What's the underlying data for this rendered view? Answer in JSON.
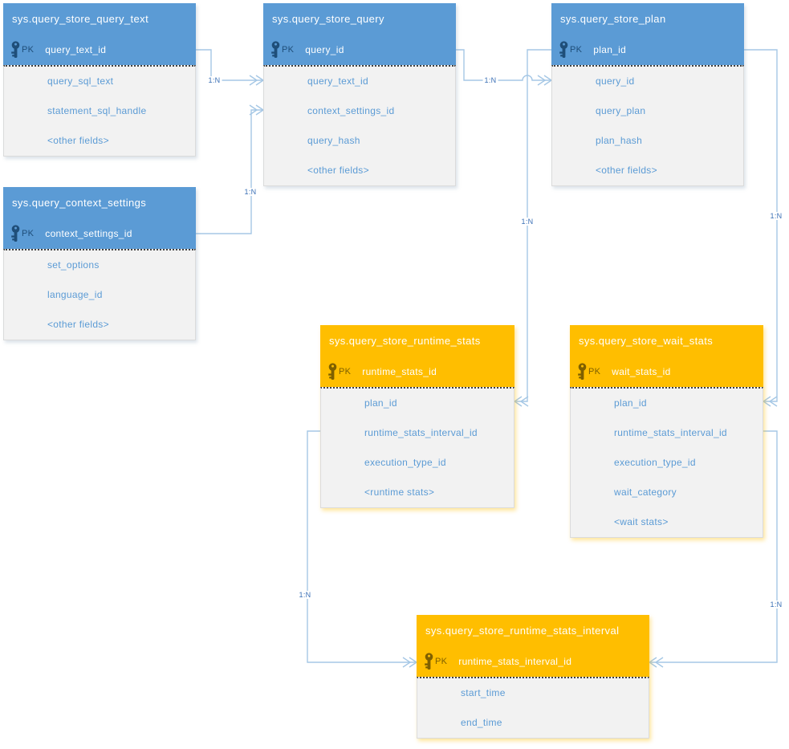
{
  "labels": {
    "pk": "PK",
    "cardinality": "1:N"
  },
  "colors": {
    "blue": "#5B9BD5",
    "orange": "#FFBE00",
    "body-bg": "#F2F2F2",
    "body-border": "#DBDBDB",
    "field-text": "#5B9BD5",
    "header-text": "#FFFFFF",
    "key-blue": "#1F4E79",
    "key-brown": "#7F6000",
    "line": "#A5C7E5",
    "rel-label": "#3A6FB5",
    "divider": "#404040"
  },
  "entities": {
    "query_text": {
      "title": "sys.query_store_query_text",
      "pk": "query_text_id",
      "fields": [
        "query_sql_text",
        "statement_sql_handle",
        "<other fields>"
      ]
    },
    "query": {
      "title": "sys.query_store_query",
      "pk": "query_id",
      "fields": [
        "query_text_id",
        "context_settings_id",
        "query_hash",
        "<other fields>"
      ]
    },
    "plan": {
      "title": "sys.query_store_plan",
      "pk": "plan_id",
      "fields": [
        "query_id",
        "query_plan",
        "plan_hash",
        "<other fields>"
      ]
    },
    "context_settings": {
      "title": "sys.query_context_settings",
      "pk": "context_settings_id",
      "fields": [
        "set_options",
        "language_id",
        "<other fields>"
      ]
    },
    "runtime_stats": {
      "title": "sys.query_store_runtime_stats",
      "pk": "runtime_stats_id",
      "fields": [
        "plan_id",
        "runtime_stats_interval_id",
        "execution_type_id",
        "<runtime stats>"
      ]
    },
    "wait_stats": {
      "title": "sys.query_store_wait_stats",
      "pk": "wait_stats_id",
      "fields": [
        "plan_id",
        "runtime_stats_interval_id",
        "execution_type_id",
        "wait_category",
        "<wait stats>"
      ]
    },
    "interval": {
      "title": "sys.query_store_runtime_stats_interval",
      "pk": "runtime_stats_interval_id",
      "fields": [
        "start_time",
        "end_time"
      ]
    }
  },
  "relationships": [
    {
      "label": "1:N",
      "from": "sys.query_store_query_text.query_text_id",
      "to": "sys.query_store_query.query_text_id"
    },
    {
      "label": "1:N",
      "from": "sys.query_context_settings.context_settings_id",
      "to": "sys.query_store_query.context_settings_id"
    },
    {
      "label": "1:N",
      "from": "sys.query_store_query.query_id",
      "to": "sys.query_store_plan.query_id"
    },
    {
      "label": "1:N",
      "from": "sys.query_store_plan.plan_id",
      "to": "sys.query_store_runtime_stats.plan_id"
    },
    {
      "label": "1:N",
      "from": "sys.query_store_plan.plan_id",
      "to": "sys.query_store_wait_stats.plan_id"
    },
    {
      "label": "1:N",
      "from": "sys.query_store_runtime_stats.runtime_stats_interval_id",
      "to": "sys.query_store_runtime_stats_interval.runtime_stats_interval_id"
    },
    {
      "label": "1:N",
      "from": "sys.query_store_wait_stats.runtime_stats_interval_id",
      "to": "sys.query_store_runtime_stats_interval.runtime_stats_interval_id"
    }
  ]
}
